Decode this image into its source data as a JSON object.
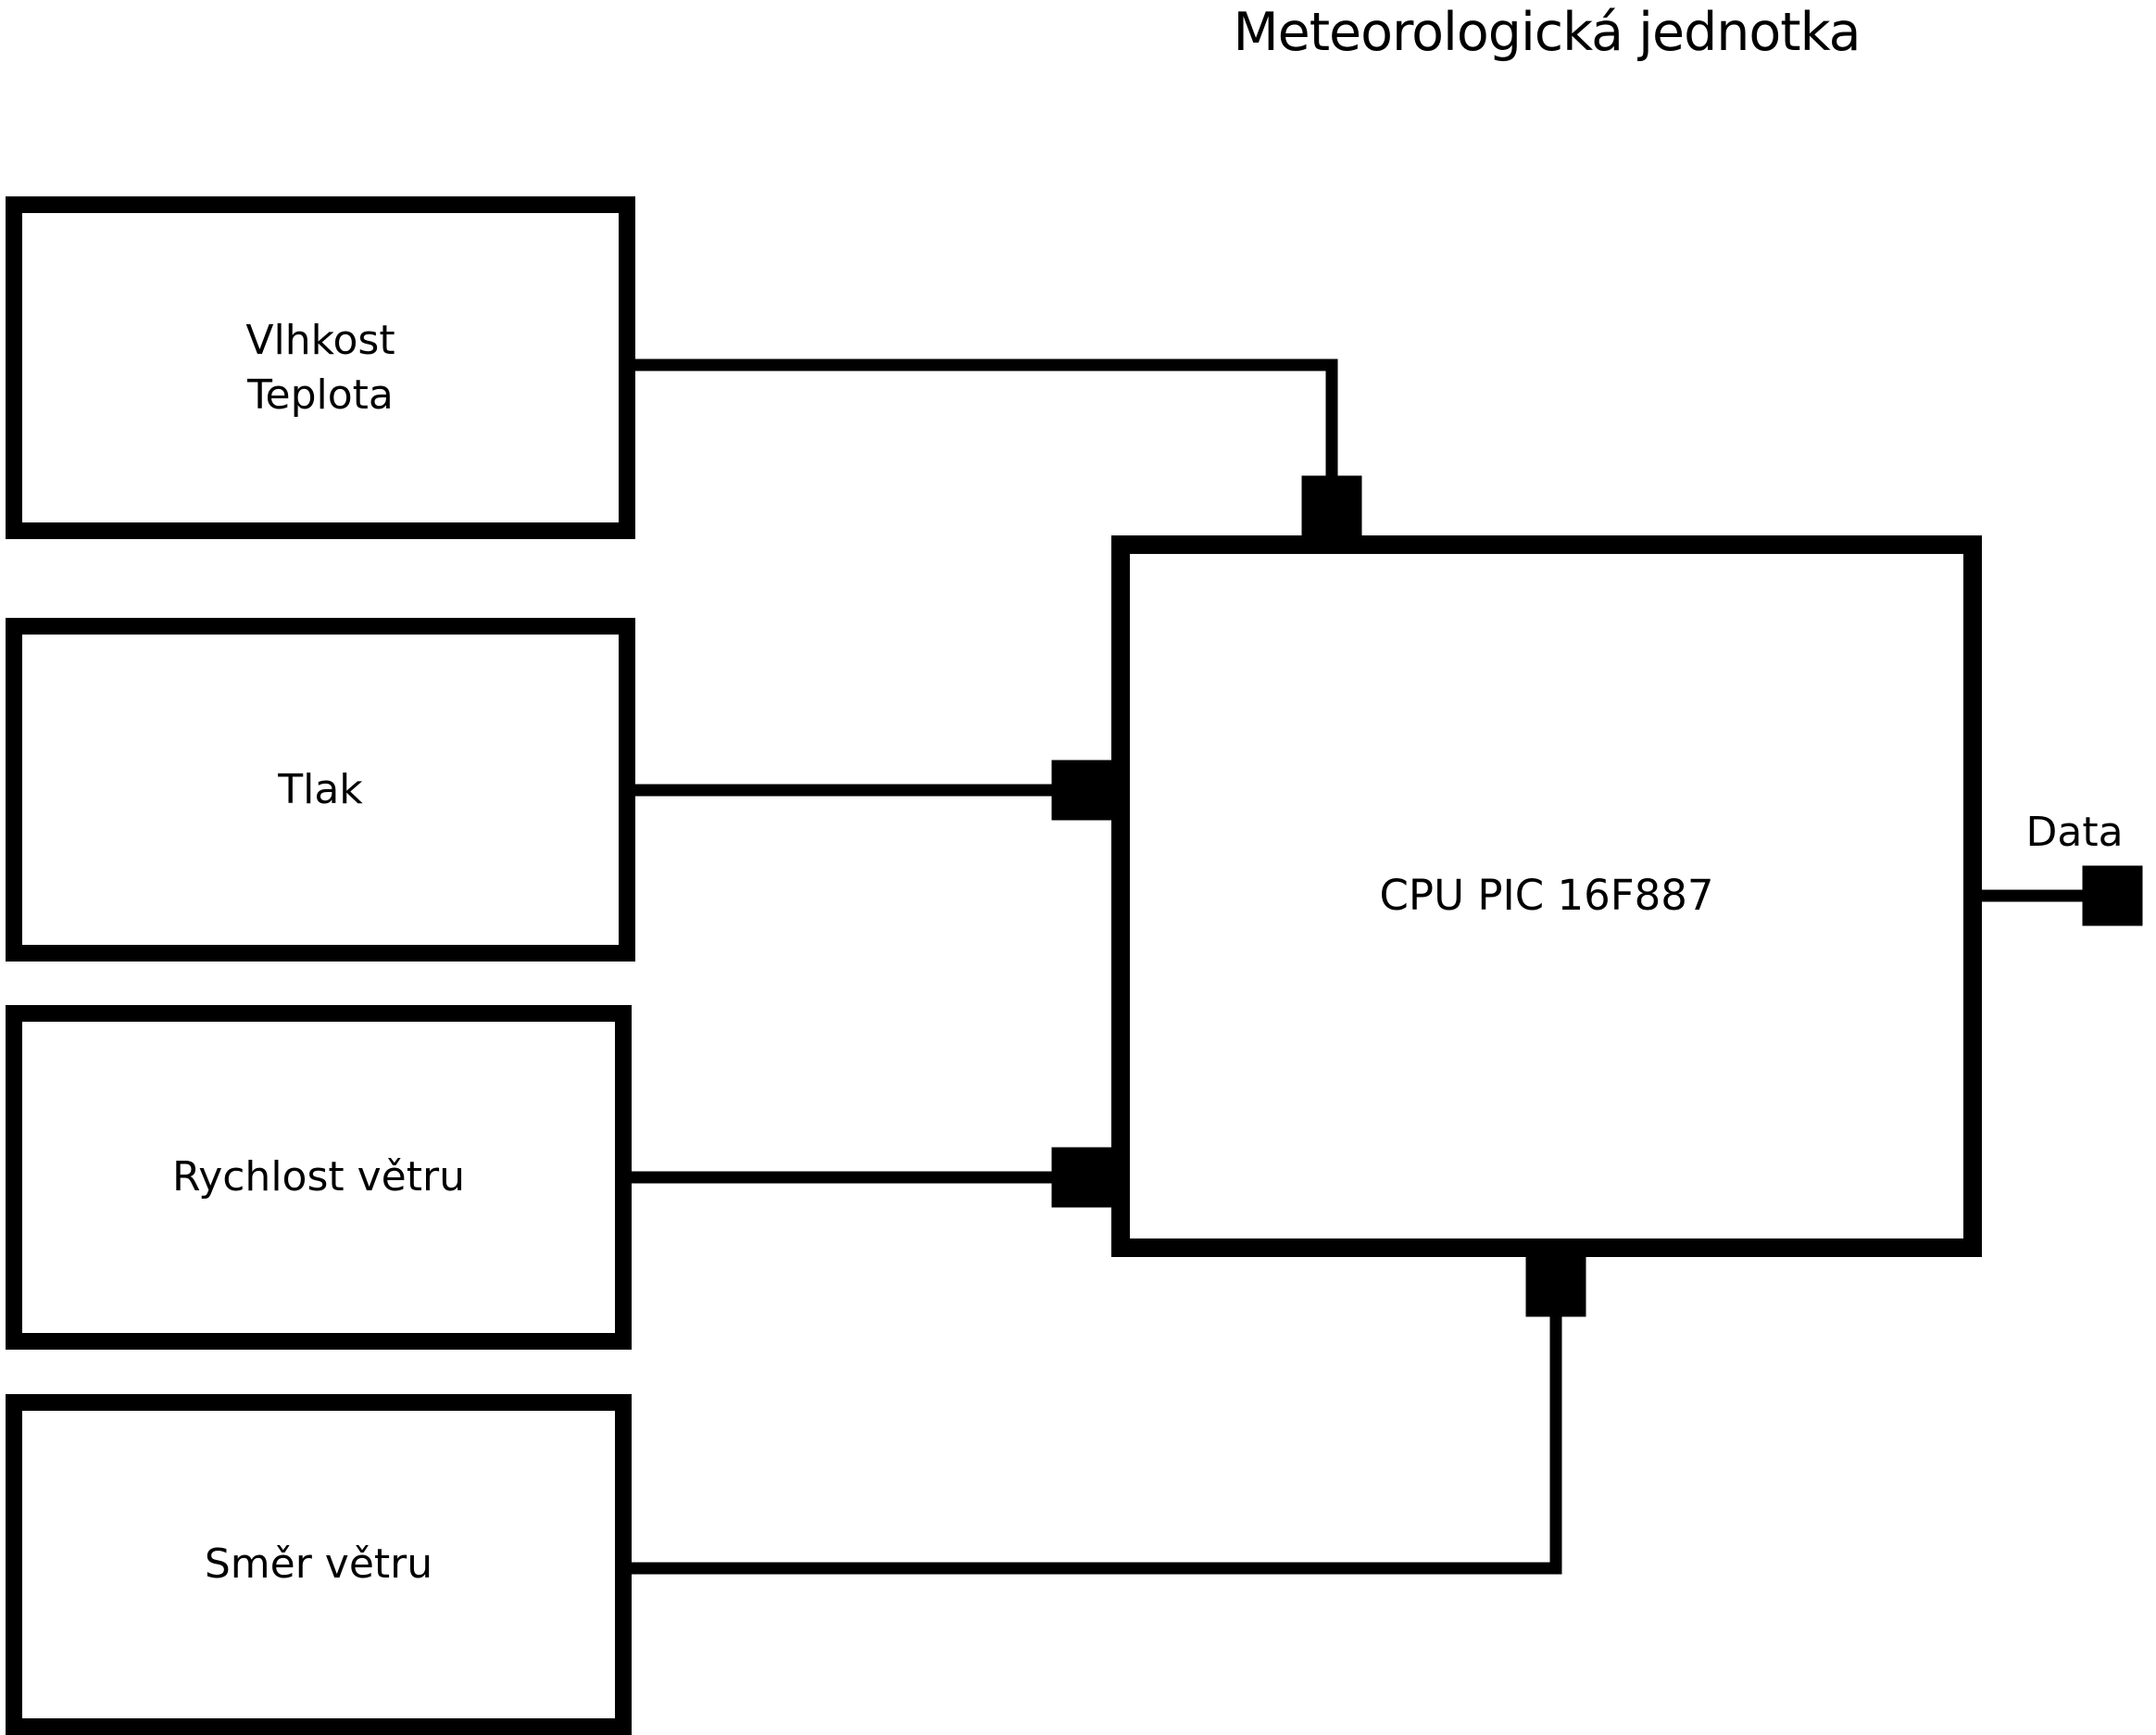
{
  "title": "Meteorologická jednotka",
  "diagram": {
    "sensors": [
      {
        "name": "vlhkost-teplota",
        "lines": [
          "Vlhkost",
          "Teplota"
        ]
      },
      {
        "name": "tlak",
        "lines": [
          "Tlak"
        ]
      },
      {
        "name": "rychlost-vetru",
        "lines": [
          "Rychlost větru"
        ]
      },
      {
        "name": "smer-vetru",
        "lines": [
          "Směr větru"
        ]
      }
    ],
    "cpu_label": "CPU PIC 16F887",
    "output_label": "Data",
    "colors": {
      "line": "#000000",
      "background": "#ffffff"
    }
  }
}
